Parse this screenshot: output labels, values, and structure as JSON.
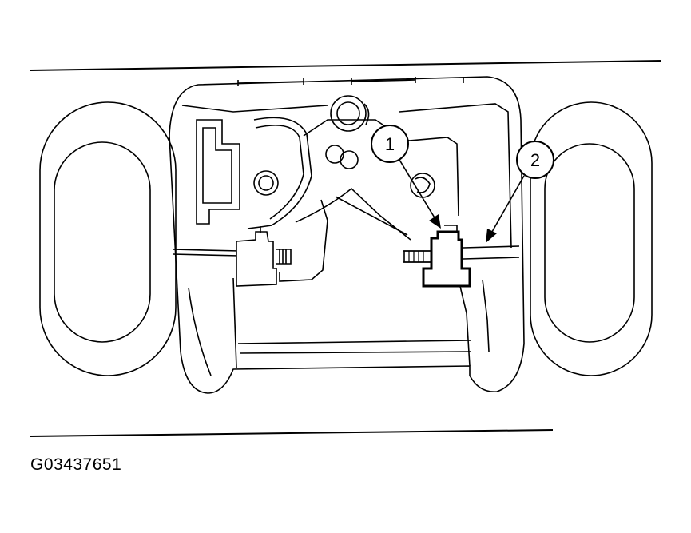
{
  "colors": {
    "line": "#000000",
    "background": "#ffffff"
  },
  "callouts": [
    {
      "id": 1,
      "label": "1"
    },
    {
      "id": 2,
      "label": "2"
    }
  ],
  "figure_code": "G03437651"
}
